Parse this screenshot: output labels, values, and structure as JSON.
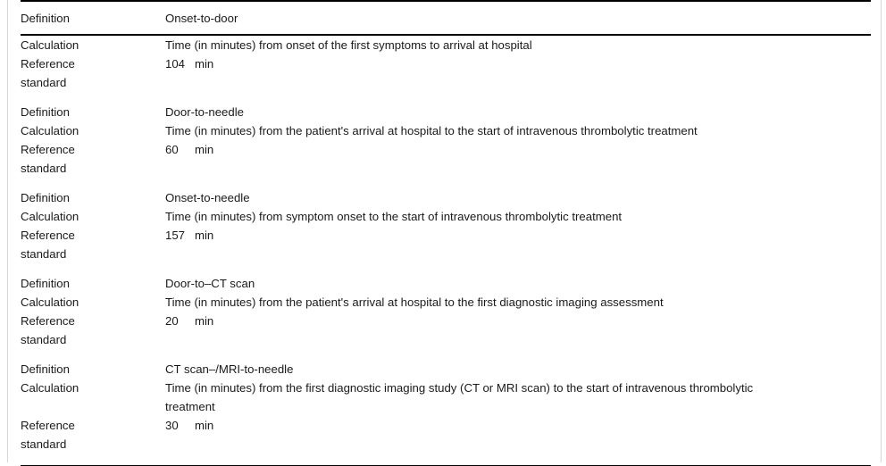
{
  "table": {
    "row_labels": {
      "definition": "Definition",
      "calculation": "Calculation",
      "reference_standard": "Reference standard"
    },
    "unit": "min",
    "blocks": [
      {
        "definition_label": "Definition",
        "definition": "Onset-to-door",
        "calculation_label": "Calculation",
        "calculation": "Time (in minutes) from onset of the first symptoms to arrival at hospital",
        "reference_label_line1": "Reference",
        "reference_label_line2": "standard",
        "reference_value": "104",
        "reference_unit": "min"
      },
      {
        "definition_label": "Definition",
        "definition": "Door-to-needle",
        "calculation_label": "Calculation",
        "calculation": "Time (in minutes) from the patient's arrival at hospital to the start of intravenous thrombolytic treatment",
        "reference_label_line1": "Reference",
        "reference_label_line2": "standard",
        "reference_value": "60",
        "reference_unit": "min"
      },
      {
        "definition_label": "Definition",
        "definition": "Onset-to-needle",
        "calculation_label": "Calculation",
        "calculation": "Time (in minutes) from symptom onset to the start of intravenous thrombolytic treatment",
        "reference_label_line1": "Reference",
        "reference_label_line2": "standard",
        "reference_value": "157",
        "reference_unit": "min"
      },
      {
        "definition_label": "Definition",
        "definition": "Door-to–CT scan",
        "calculation_label": "Calculation",
        "calculation": "Time (in minutes) from the patient's arrival at hospital to the first diagnostic imaging assessment",
        "reference_label_line1": "Reference",
        "reference_label_line2": "standard",
        "reference_value": "20",
        "reference_unit": "min"
      },
      {
        "definition_label": "Definition",
        "definition": "CT scan–/MRI-to-needle",
        "calculation_label": "Calculation",
        "calculation": "Time (in minutes) from the first diagnostic imaging study (CT or MRI scan) to the start of intravenous thrombolytic treatment",
        "reference_label_line1": "Reference",
        "reference_label_line2": "standard",
        "reference_value": "30",
        "reference_unit": "min"
      }
    ]
  }
}
